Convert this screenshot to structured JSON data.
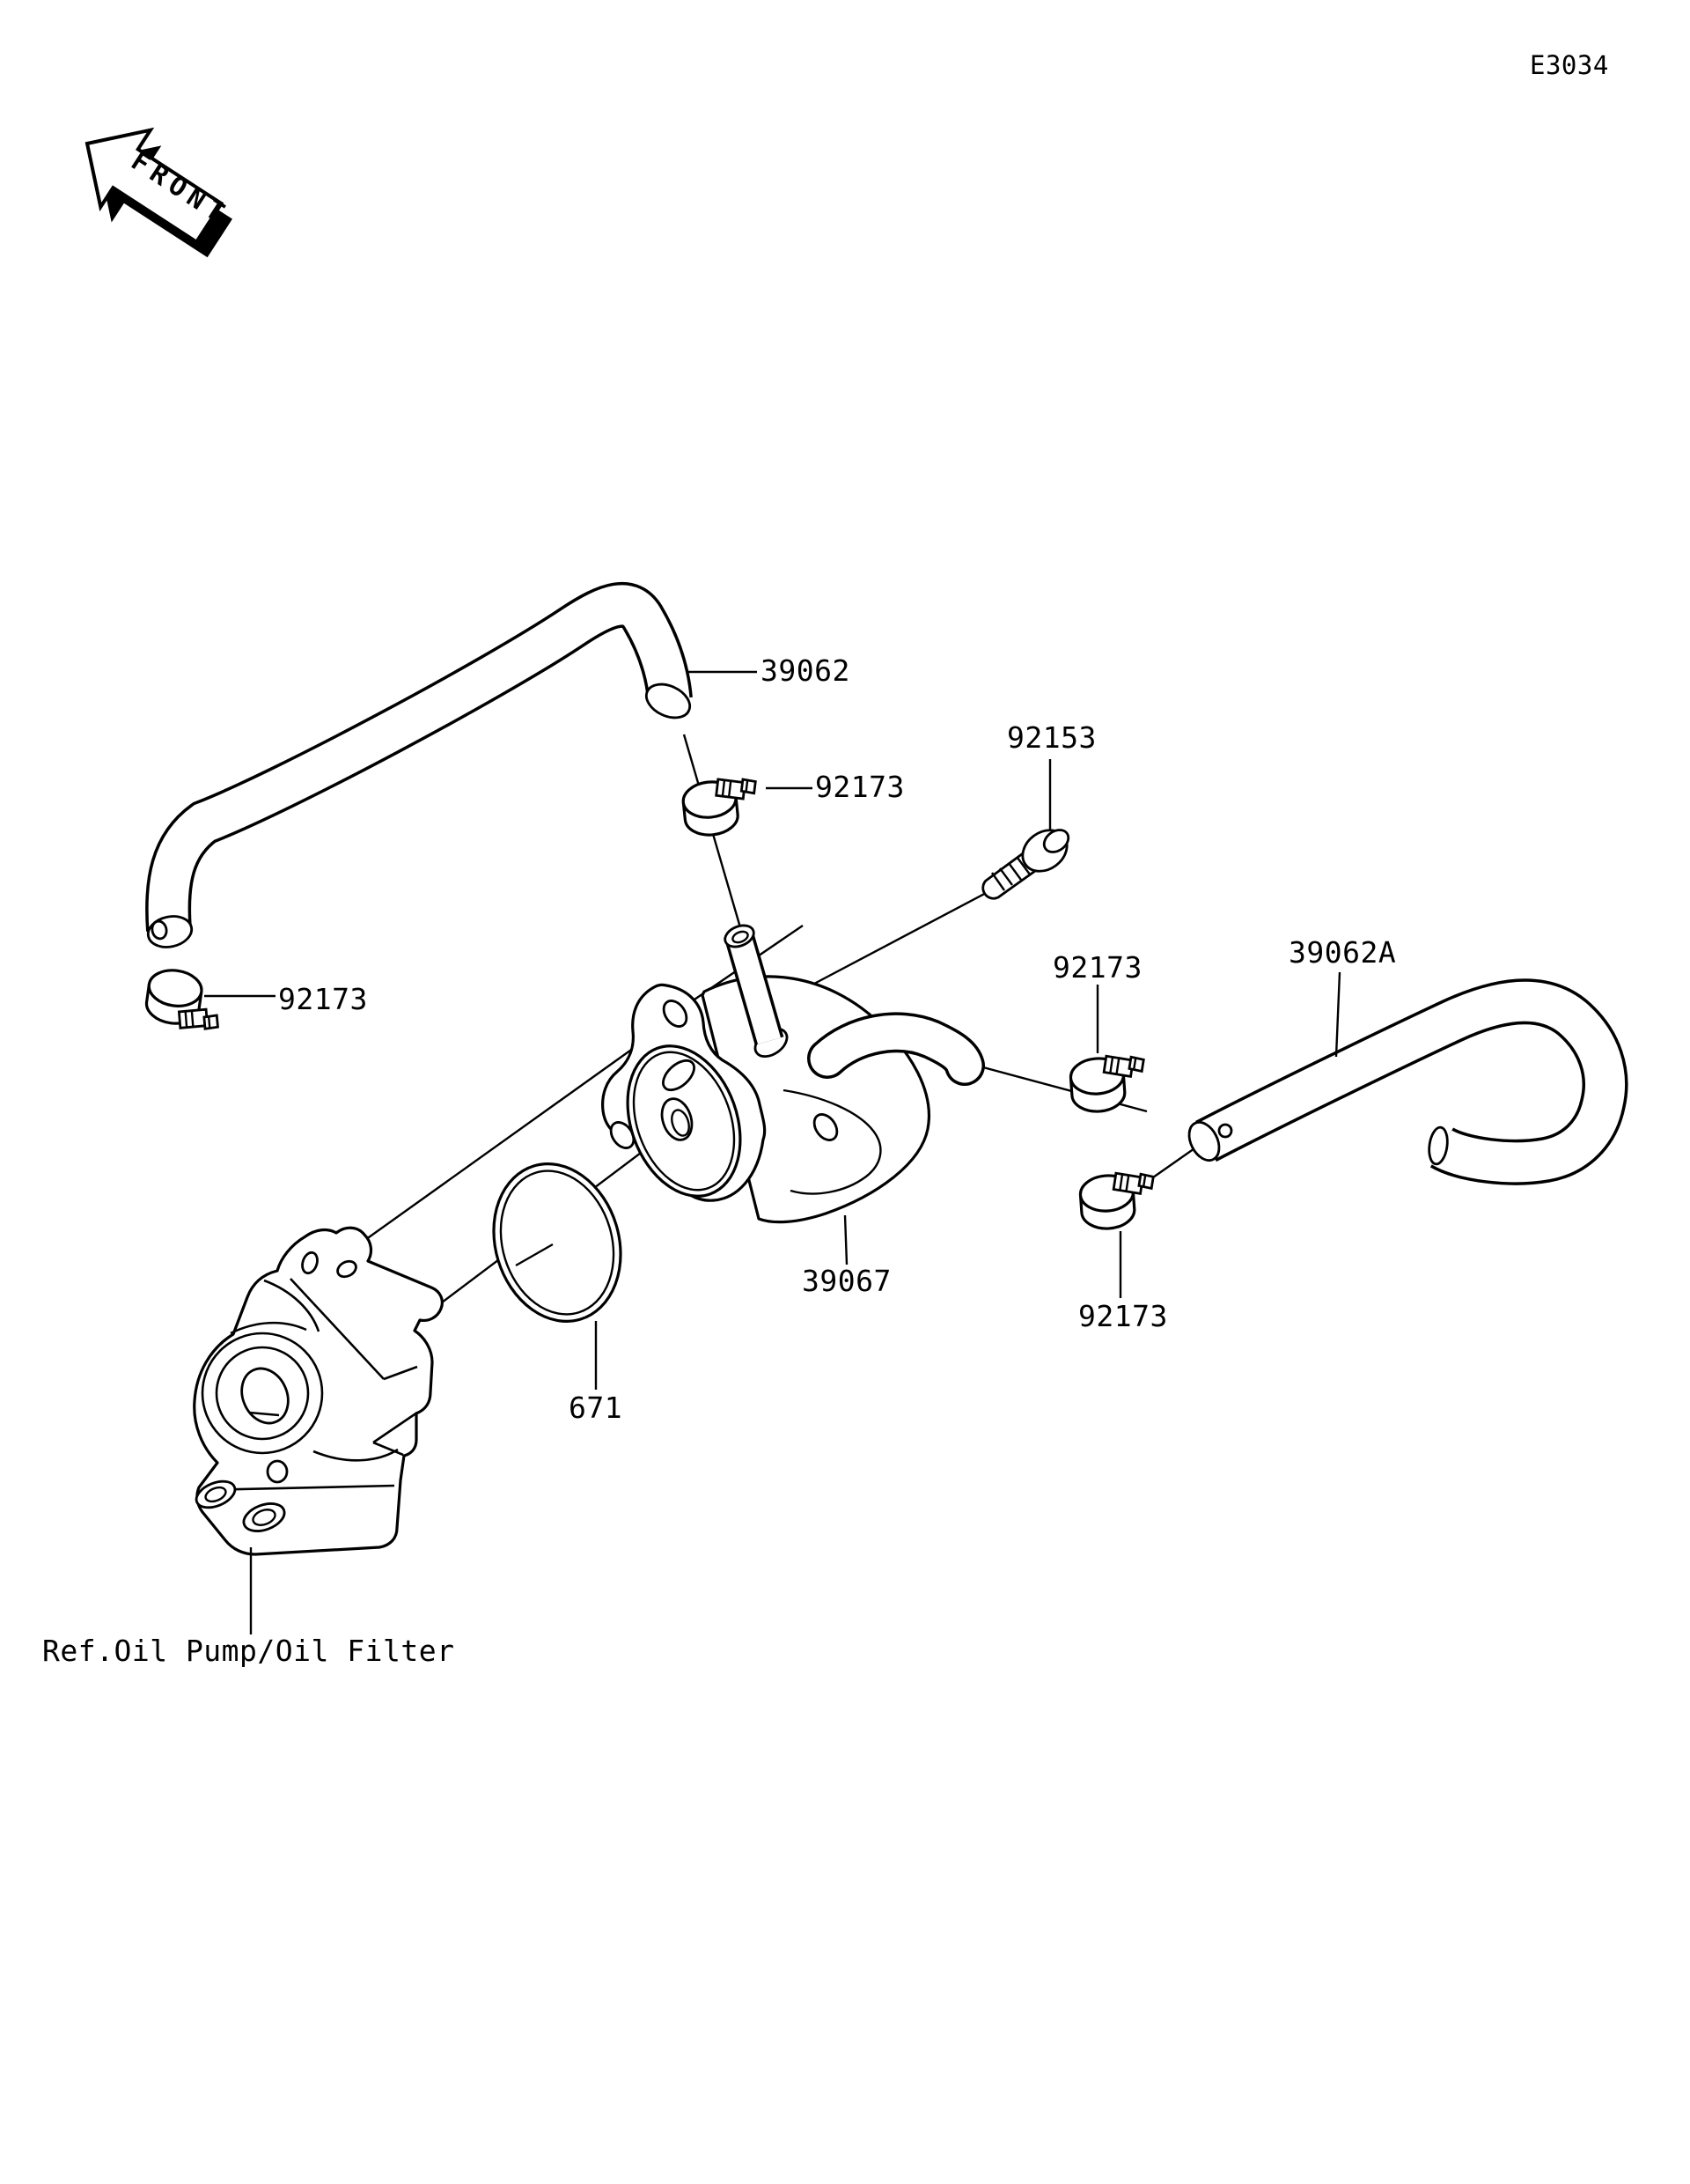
{
  "page": {
    "code": "E3034",
    "background_color": "#ffffff",
    "line_color": "#000000"
  },
  "front_marker": {
    "label": "FRONT"
  },
  "reference_note": {
    "text": "Ref.Oil Pump/Oil Filter"
  },
  "labels": {
    "hose_upper": "39062",
    "clamp": "92173",
    "bolt": "92153",
    "hose_lower": "39062A",
    "oil_cooler": "39067",
    "o_ring": "671"
  },
  "callouts": [
    {
      "part_number": "39062",
      "points_to": "upper-oil-hose"
    },
    {
      "part_number": "92173",
      "points_to": "clamp-on-upper-hose"
    },
    {
      "part_number": "92153",
      "points_to": "flange-bolt"
    },
    {
      "part_number": "92173",
      "points_to": "clamp-on-cooler-stub"
    },
    {
      "part_number": "39062A",
      "points_to": "lower-oil-hose"
    },
    {
      "part_number": "92173",
      "points_to": "clamp-left-hose-end"
    },
    {
      "part_number": "39067",
      "points_to": "oil-cooler-body"
    },
    {
      "part_number": "671",
      "points_to": "o-ring"
    },
    {
      "part_number": "92173",
      "points_to": "clamp-lower-hose-end"
    }
  ]
}
